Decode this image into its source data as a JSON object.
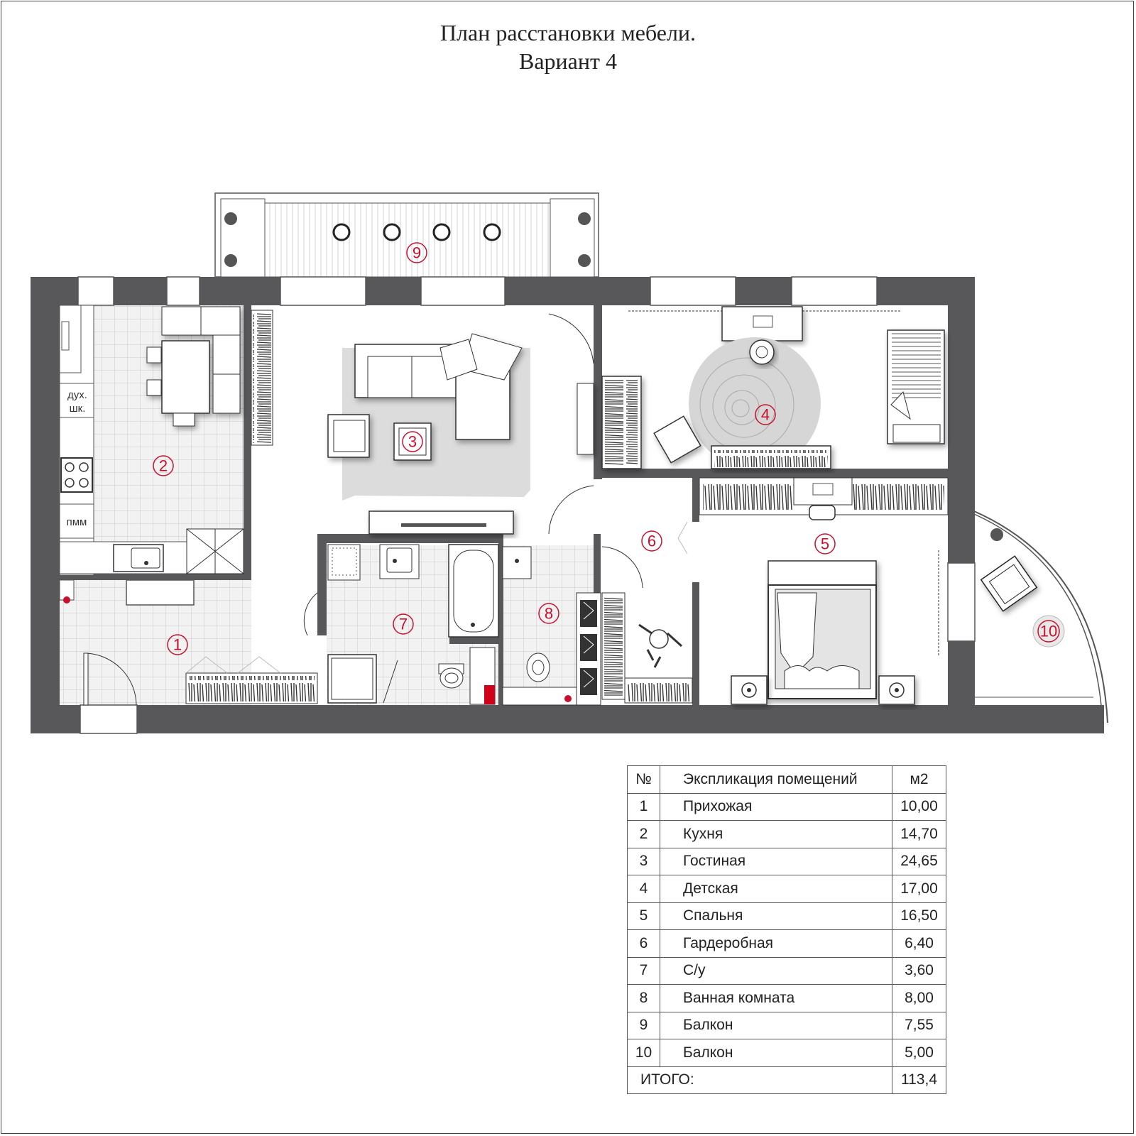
{
  "title": {
    "line1": "План расстановки мебели.",
    "line2": "Вариант 4"
  },
  "plan": {
    "appliance_labels": {
      "oven": [
        "дух.",
        "шк."
      ],
      "dishwasher": "пмм"
    },
    "room_markers": [
      "1",
      "2",
      "3",
      "4",
      "5",
      "6",
      "7",
      "8",
      "9",
      "10"
    ],
    "colors": {
      "wall": "#58585a",
      "marker": "#c8102e",
      "tile_grid": "#c9c9c9"
    }
  },
  "explication": {
    "headers": [
      "№",
      "Экспликация помещений",
      "м2"
    ],
    "rows": [
      [
        "1",
        "Прихожая",
        "10,00"
      ],
      [
        "2",
        "Кухня",
        "14,70"
      ],
      [
        "3",
        "Гостиная",
        "24,65"
      ],
      [
        "4",
        "Детская",
        "17,00"
      ],
      [
        "5",
        "Спальня",
        "16,50"
      ],
      [
        "6",
        "Гардеробная",
        "6,40"
      ],
      [
        "7",
        "С/у",
        "3,60"
      ],
      [
        "8",
        "Ванная комната",
        "8,00"
      ],
      [
        "9",
        "Балкон",
        "7,55"
      ],
      [
        "10",
        "Балкон",
        "5,00"
      ]
    ],
    "total_label": "ИТОГО:",
    "total_value": "113,4"
  }
}
